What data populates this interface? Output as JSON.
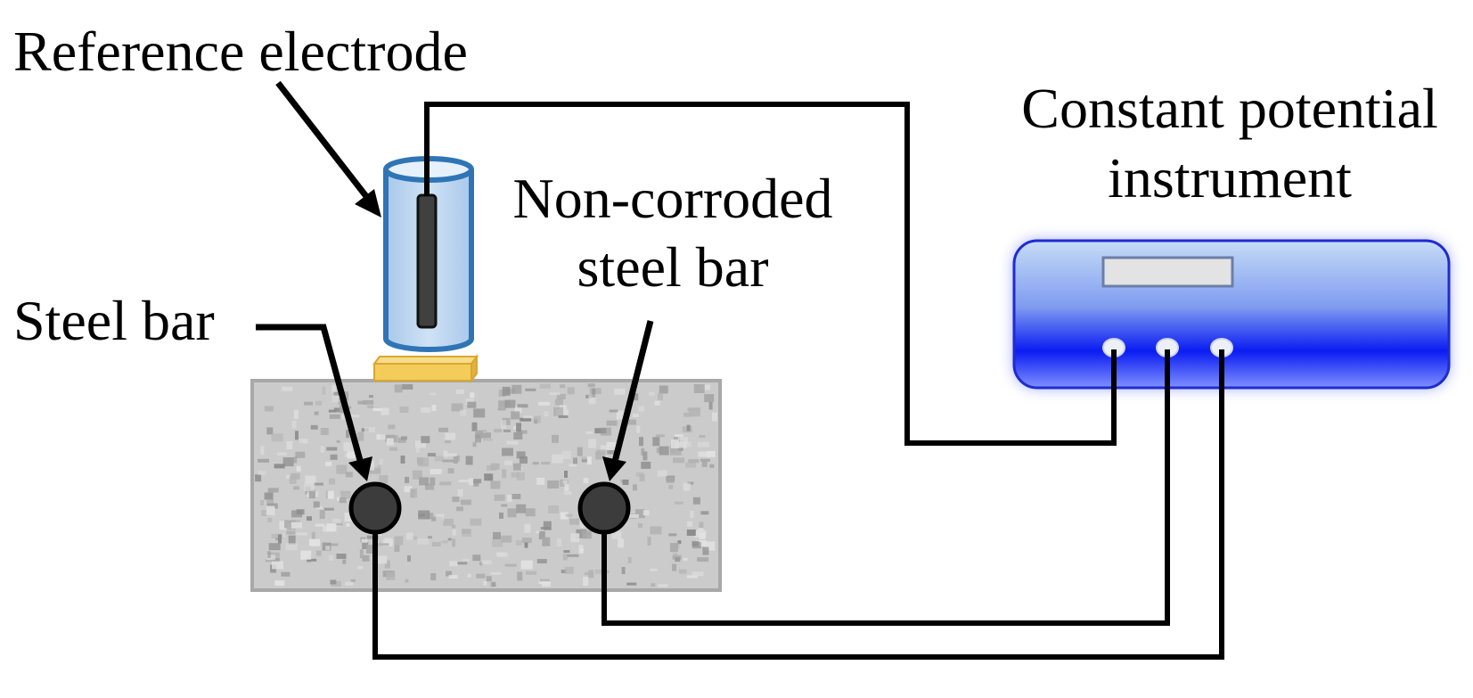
{
  "labels": {
    "reference_electrode": "Reference electrode",
    "constant_potential_line1": "Constant potential",
    "constant_potential_line2": "instrument",
    "non_corroded_line1": "Non-corroded",
    "non_corroded_line2": "steel bar",
    "steel_bar": "Steel bar"
  },
  "colors": {
    "wire": "#000000",
    "electrode_tube": "#b8d4ee",
    "electrode_border": "#2f75b5",
    "electrode_rod": "#404040",
    "base_pad": "#f4cc5a",
    "concrete": "#c8c8c8",
    "steel_bar": "#3c3c3c",
    "instrument_top": "#c6dcf6",
    "instrument_mid": "#0a1cf2",
    "instrument_glow": "#7a8cff",
    "display": "#e3e3e3"
  },
  "components": {
    "instrument": {
      "terminals": 3
    },
    "concrete_block": {
      "bars": 2
    }
  }
}
